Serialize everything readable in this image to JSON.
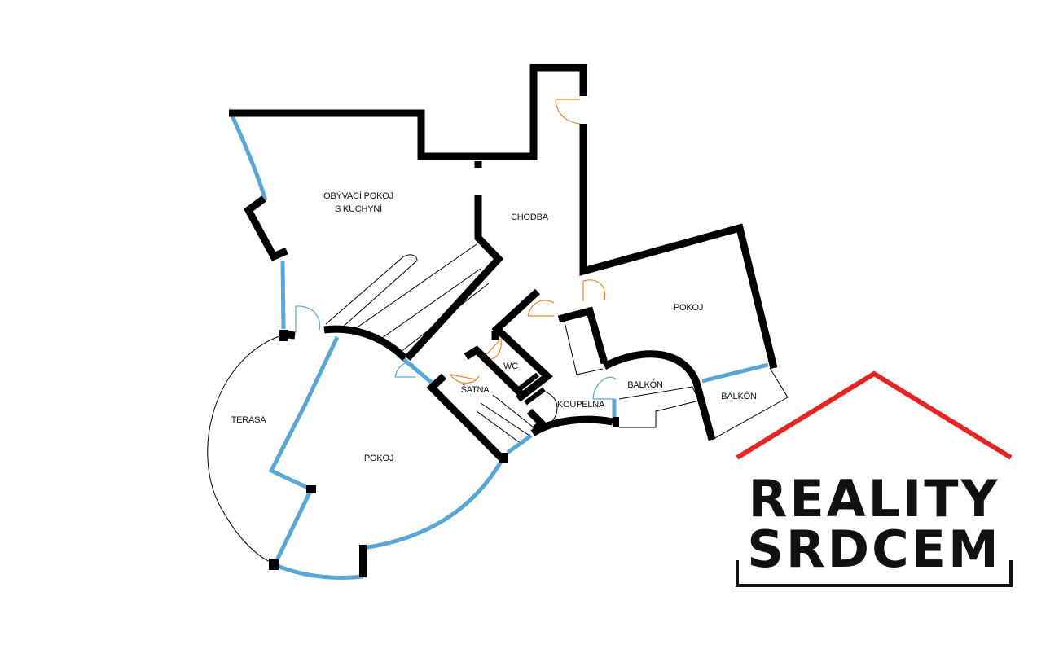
{
  "floor_plan": {
    "rooms": {
      "living_line1": "OBÝVACÍ POKOJ",
      "living_line2": "S KUCHYNÍ",
      "hallway": "CHODBA",
      "room_right": "POKOJ",
      "room_bottom": "POKOJ",
      "terrace": "TERASA",
      "wc": "WC",
      "wardrobe": "ŠATNA",
      "bathroom": "KOUPELNA",
      "balcony_left": "BALKÓN",
      "balcony_right": "BALKÓN"
    }
  },
  "logo": {
    "line1": "REALITY",
    "line2": "SRDCEM",
    "roof_color": "#e52521",
    "text_color": "#111111"
  },
  "colors": {
    "wall": "#000000",
    "window": "#5aa6d6",
    "door": "#e8832a"
  }
}
